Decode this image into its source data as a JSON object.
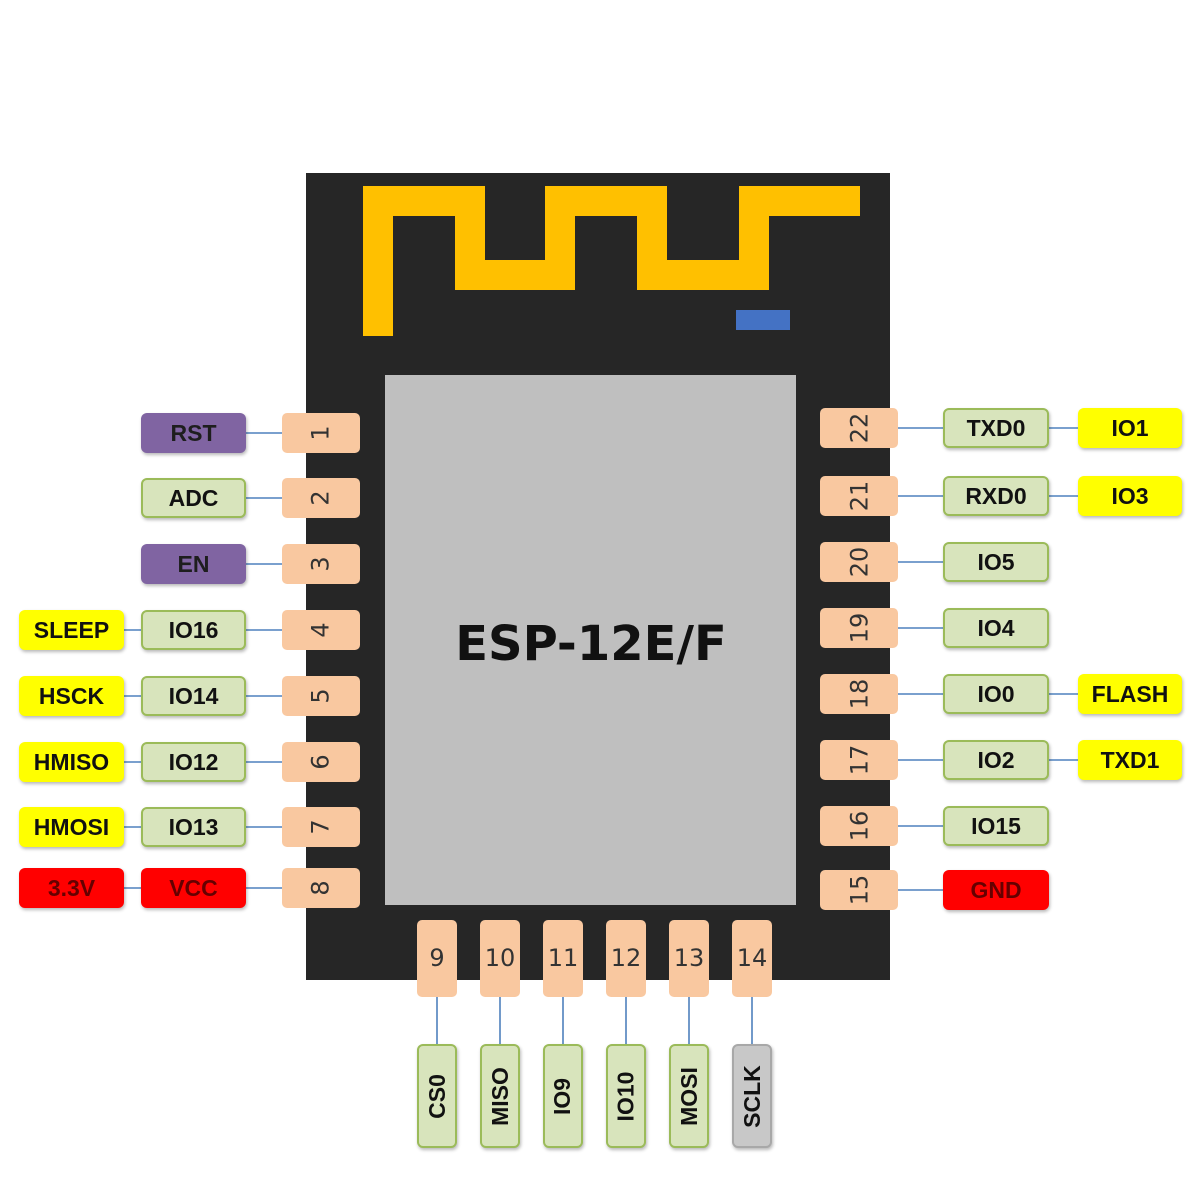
{
  "module": {
    "title": "ESP-12E/F"
  },
  "colors": {
    "board": "#262626",
    "antenna": "#ffc000",
    "shield": "#bfbfbf",
    "led": "#4472c4",
    "pad": "#f9c8a0",
    "function_pin": "#8064a2",
    "gpio_label": "#d8e4bc",
    "alt_function": "#ffff00",
    "power": "#ff0000",
    "flash_bus": "#c8c8c8",
    "wire": "#4f81bd"
  },
  "left_pins": [
    {
      "num": "1",
      "labels": [
        {
          "text": "RST",
          "kind": "purple"
        }
      ]
    },
    {
      "num": "2",
      "labels": [
        {
          "text": "ADC",
          "kind": "green"
        }
      ]
    },
    {
      "num": "3",
      "labels": [
        {
          "text": "EN",
          "kind": "purple"
        }
      ]
    },
    {
      "num": "4",
      "labels": [
        {
          "text": "IO16",
          "kind": "green"
        },
        {
          "text": "SLEEP",
          "kind": "yellow"
        }
      ]
    },
    {
      "num": "5",
      "labels": [
        {
          "text": "IO14",
          "kind": "green"
        },
        {
          "text": "HSCK",
          "kind": "yellow"
        }
      ]
    },
    {
      "num": "6",
      "labels": [
        {
          "text": "IO12",
          "kind": "green"
        },
        {
          "text": "HMISO",
          "kind": "yellow"
        }
      ]
    },
    {
      "num": "7",
      "labels": [
        {
          "text": "IO13",
          "kind": "green"
        },
        {
          "text": "HMOSI",
          "kind": "yellow"
        }
      ]
    },
    {
      "num": "8",
      "labels": [
        {
          "text": "VCC",
          "kind": "red"
        },
        {
          "text": "3.3V",
          "kind": "red"
        }
      ]
    }
  ],
  "right_pins": [
    {
      "num": "22",
      "labels": [
        {
          "text": "TXD0",
          "kind": "green"
        },
        {
          "text": "IO1",
          "kind": "yellow"
        }
      ]
    },
    {
      "num": "21",
      "labels": [
        {
          "text": "RXD0",
          "kind": "green"
        },
        {
          "text": "IO3",
          "kind": "yellow"
        }
      ]
    },
    {
      "num": "20",
      "labels": [
        {
          "text": "IO5",
          "kind": "green"
        }
      ]
    },
    {
      "num": "19",
      "labels": [
        {
          "text": "IO4",
          "kind": "green"
        }
      ]
    },
    {
      "num": "18",
      "labels": [
        {
          "text": "IO0",
          "kind": "green"
        },
        {
          "text": "FLASH",
          "kind": "yellow"
        }
      ]
    },
    {
      "num": "17",
      "labels": [
        {
          "text": "IO2",
          "kind": "green"
        },
        {
          "text": "TXD1",
          "kind": "yellow"
        }
      ]
    },
    {
      "num": "16",
      "labels": [
        {
          "text": "IO15",
          "kind": "green"
        }
      ]
    },
    {
      "num": "15",
      "labels": [
        {
          "text": "GND",
          "kind": "red"
        }
      ]
    }
  ],
  "bottom_pins": [
    {
      "num": "9",
      "label": "CS0",
      "kind": "green"
    },
    {
      "num": "10",
      "label": "MISO",
      "kind": "green"
    },
    {
      "num": "11",
      "label": "IO9",
      "kind": "green"
    },
    {
      "num": "12",
      "label": "IO10",
      "kind": "green"
    },
    {
      "num": "13",
      "label": "MOSI",
      "kind": "green"
    },
    {
      "num": "14",
      "label": "SCLK",
      "kind": "grey"
    }
  ]
}
